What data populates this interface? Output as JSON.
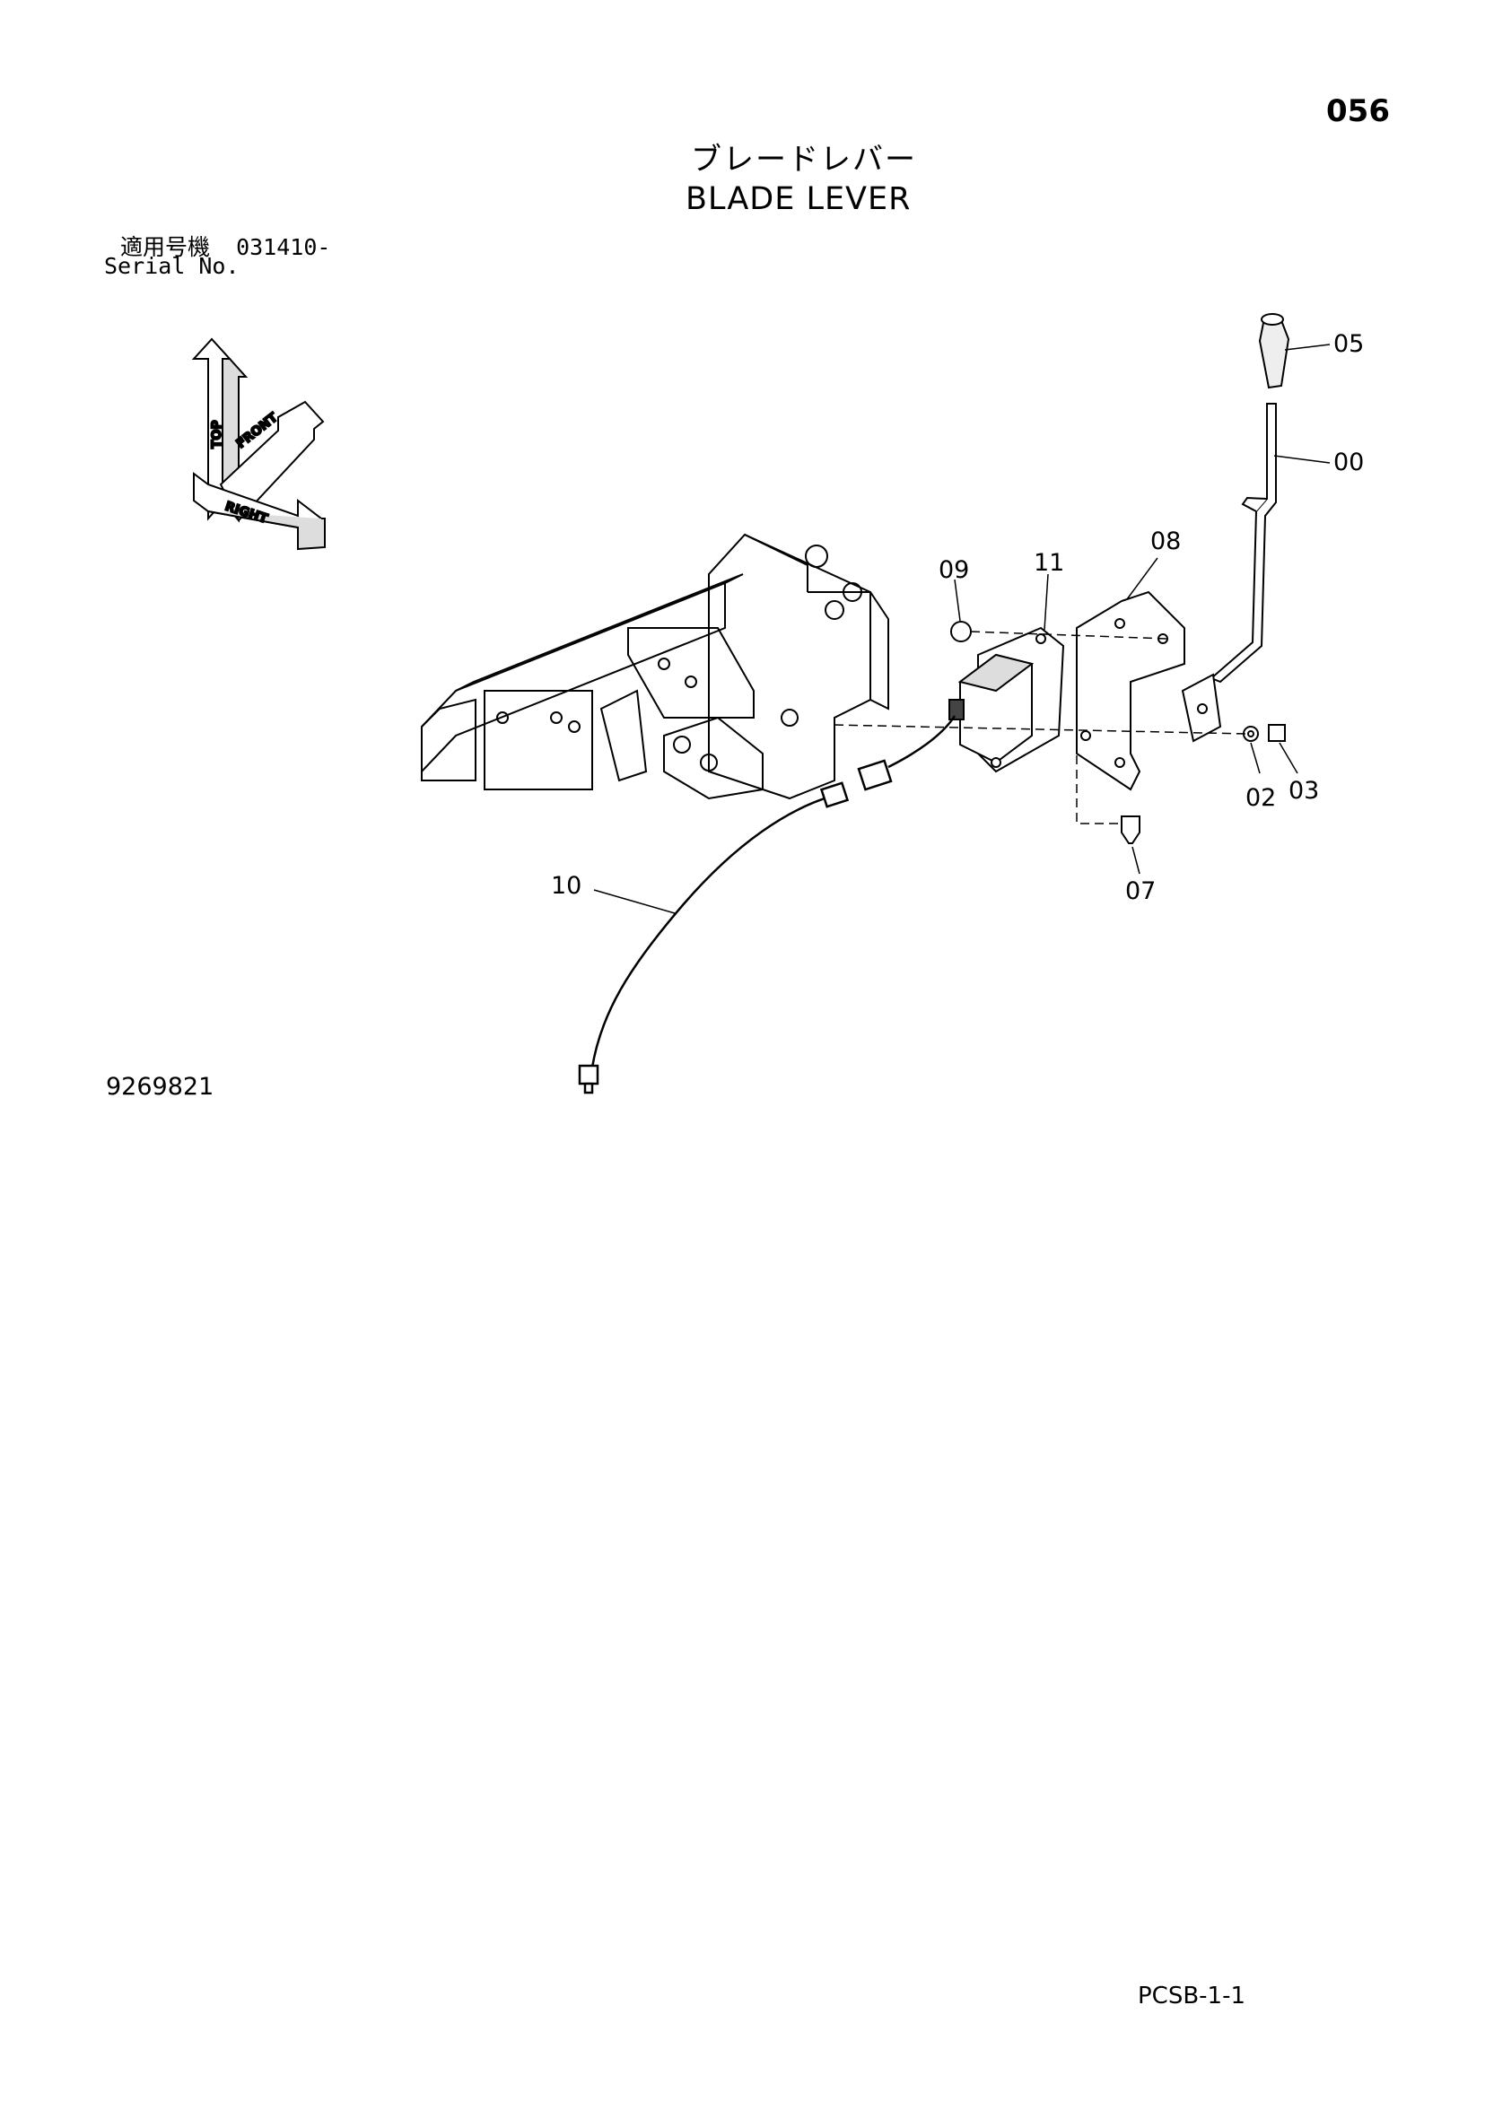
{
  "header": {
    "page_number": "056",
    "title_jp": "ブレードレバー",
    "title_en": "BLADE LEVER"
  },
  "serial": {
    "label_jp": "適用号機",
    "value": "031410-",
    "label_en": "Serial No."
  },
  "orientation": {
    "top": "TOP",
    "front": "FRONT",
    "right": "RIGHT"
  },
  "parts": [
    {
      "id": "p05",
      "label": "05"
    },
    {
      "id": "p00",
      "label": "00"
    },
    {
      "id": "p08",
      "label": "08"
    },
    {
      "id": "p09",
      "label": "09"
    },
    {
      "id": "p11",
      "label": "11"
    },
    {
      "id": "p02",
      "label": "02"
    },
    {
      "id": "p03",
      "label": "03"
    },
    {
      "id": "p07",
      "label": "07"
    },
    {
      "id": "p10",
      "label": "10"
    }
  ],
  "footer": {
    "drawing_number": "9269821",
    "page_code": "PCSB-1-1"
  }
}
